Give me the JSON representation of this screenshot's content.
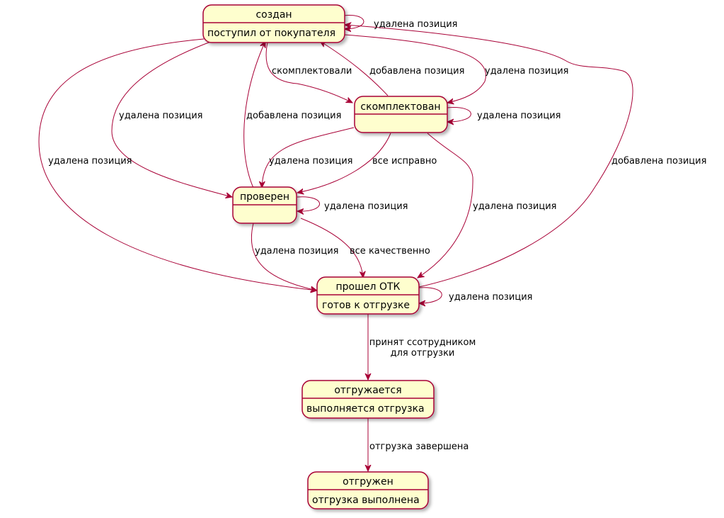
{
  "states": {
    "created": {
      "name": "создан",
      "description": "поступил от покупателя"
    },
    "assembled": {
      "name": "скомплектован",
      "description": ""
    },
    "checked": {
      "name": "проверен",
      "description": ""
    },
    "qc_passed": {
      "name": "прошел ОТК",
      "description": "готов к отгрузке"
    },
    "shipping": {
      "name": "отгружается",
      "description": "выполняется отгрузка"
    },
    "shipped": {
      "name": "отгружен",
      "description": "отгрузка выполнена"
    }
  },
  "transitions": {
    "created_self": "удалена позиция",
    "created_to_assembled": "скомплектовали",
    "assembled_to_created": "добавлена позиция",
    "created_to_assembled_2": "удалена позиция",
    "assembled_self": "удалена позиция",
    "created_to_checked": "удалена позиция",
    "checked_to_created": "добавлена позиция",
    "assembled_to_checked_1": "удалена позиция",
    "assembled_to_checked_2": "все исправно",
    "checked_self": "удалена позиция",
    "created_to_qc": "удалена позиция",
    "assembled_to_qc": "удалена позиция",
    "qc_to_created": "добавлена позиция",
    "checked_to_qc_1": "удалена позиция",
    "checked_to_qc_2": "все качественно",
    "qc_self": "удалена позиция",
    "qc_to_shipping_line1": "принят ссотрудником",
    "qc_to_shipping_line2": "для отгрузки",
    "shipping_to_shipped": "отгрузка завершена"
  },
  "colors": {
    "state_fill": "#fefece",
    "border": "#a80036",
    "edge": "#a80036",
    "text": "#000000"
  }
}
